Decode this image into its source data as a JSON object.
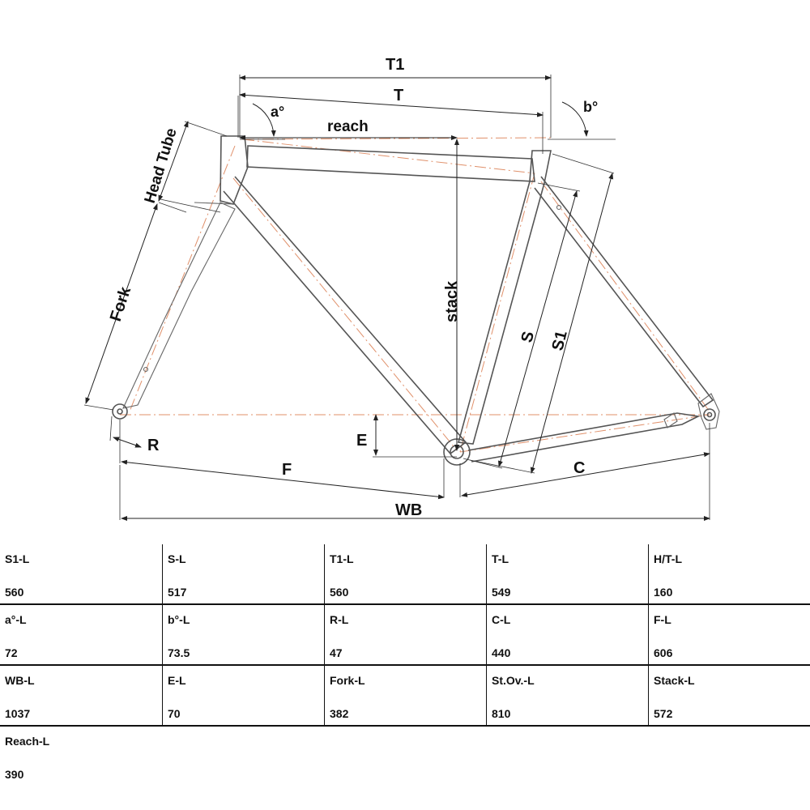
{
  "diagram": {
    "labels": {
      "t1": "T1",
      "t": "T",
      "a_angle": "a°",
      "b_angle": "b°",
      "reach": "reach",
      "head_tube": "Head Tube",
      "fork": "Fork",
      "stack": "stack",
      "s": "S",
      "s1": "S1",
      "r": "R",
      "e": "E",
      "f": "F",
      "c": "C",
      "wb": "WB"
    },
    "colors": {
      "frame": "#555555",
      "centerline": "#e0906a",
      "dimension": "#222222"
    }
  },
  "table": {
    "rows": [
      [
        {
          "label": "S1-L",
          "value": "560"
        },
        {
          "label": "S-L",
          "value": "517"
        },
        {
          "label": "T1-L",
          "value": "560"
        },
        {
          "label": "T-L",
          "value": "549"
        },
        {
          "label": "H/T-L",
          "value": "160"
        }
      ],
      [
        {
          "label": "a°-L",
          "value": "72"
        },
        {
          "label": "b°-L",
          "value": "73.5"
        },
        {
          "label": "R-L",
          "value": "47"
        },
        {
          "label": "C-L",
          "value": "440"
        },
        {
          "label": "F-L",
          "value": "606"
        }
      ],
      [
        {
          "label": "WB-L",
          "value": "1037"
        },
        {
          "label": "E-L",
          "value": "70"
        },
        {
          "label": "Fork-L",
          "value": "382"
        },
        {
          "label": "St.Ov.-L",
          "value": "810"
        },
        {
          "label": "Stack-L",
          "value": "572"
        }
      ],
      [
        {
          "label": "Reach-L",
          "value": "390"
        }
      ]
    ]
  }
}
